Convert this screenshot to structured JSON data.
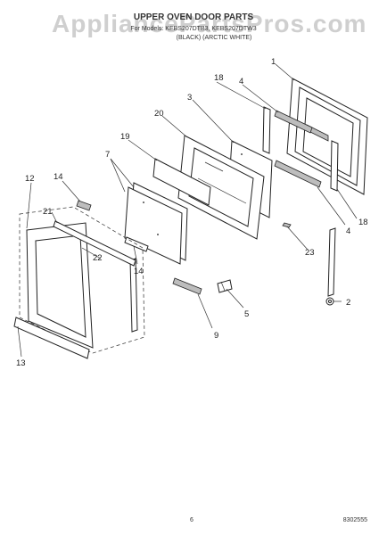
{
  "watermark": "AppliancePartsPros.com",
  "header": {
    "title": "UPPER OVEN DOOR PARTS",
    "models": "For Models: KEBS207DTB3, KEBS207DTW3",
    "colors": "(BLACK)          (ARCTIC WHITE)"
  },
  "callouts": [
    "1",
    "2",
    "3",
    "4",
    "4",
    "5",
    "7",
    "9",
    "12",
    "13",
    "14",
    "14",
    "18",
    "18",
    "19",
    "20",
    "21",
    "22",
    "23"
  ],
  "footer": {
    "page_number": "6",
    "diagram_code": "8302555"
  }
}
